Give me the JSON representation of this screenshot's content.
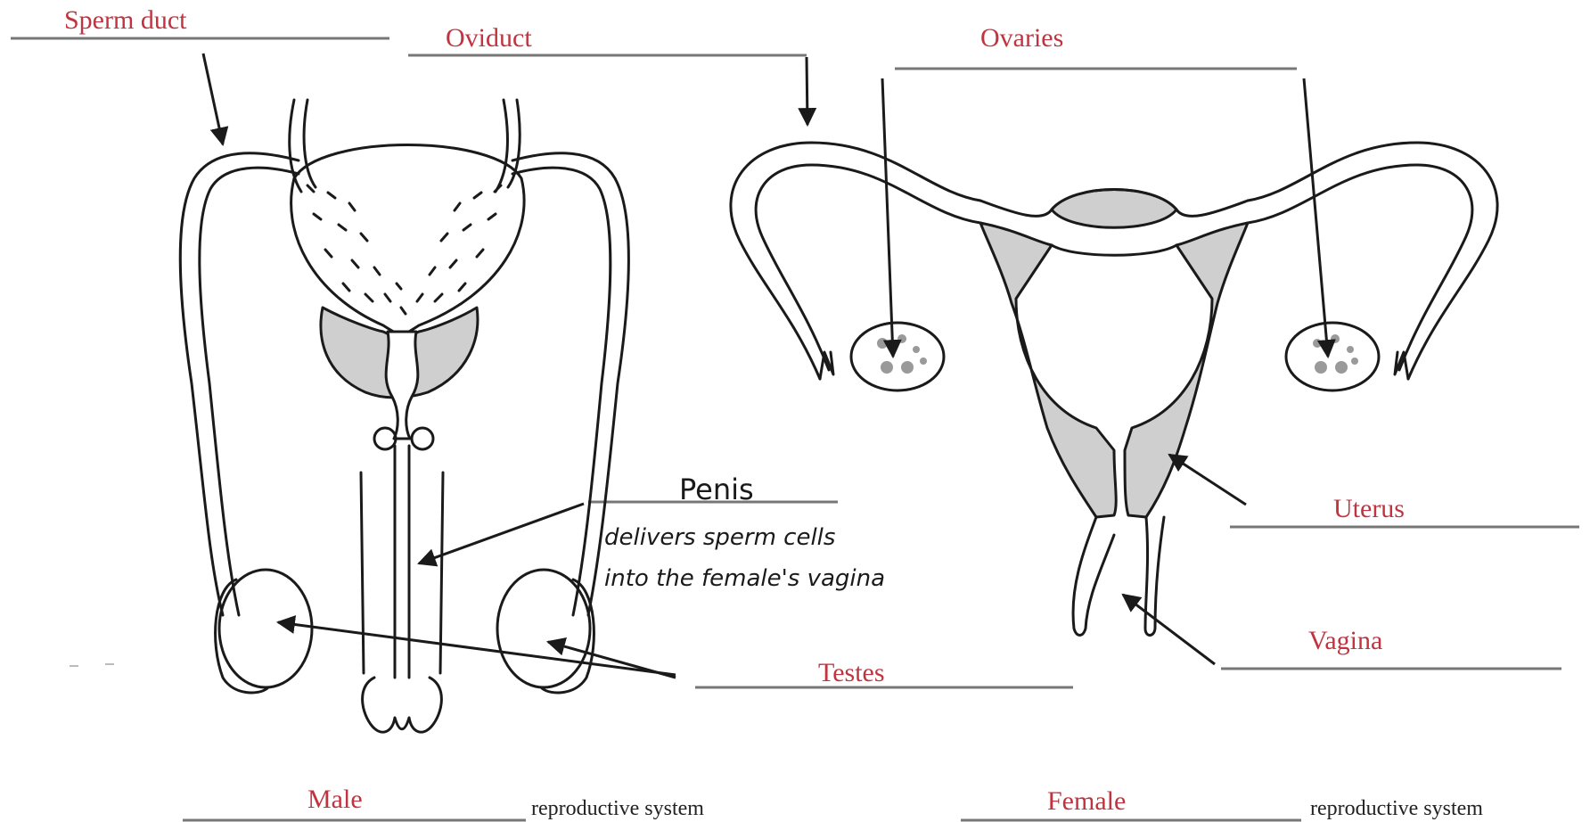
{
  "labels": {
    "sperm_duct": "Sperm duct",
    "oviduct": "Oviduct",
    "ovaries": "Ovaries",
    "penis": "Penis",
    "penis_desc_1": "delivers sperm cells",
    "penis_desc_2": "into the female's vagina",
    "testes": "Testes",
    "uterus": "Uterus",
    "vagina": "Vagina",
    "male": "Male",
    "female": "Female",
    "caption_male": "reproductive system",
    "caption_female": "reproductive system"
  },
  "colors": {
    "label_red": "#c0333f",
    "outline": "#1a1a1a",
    "fill_gray": "#cfcfcf"
  }
}
